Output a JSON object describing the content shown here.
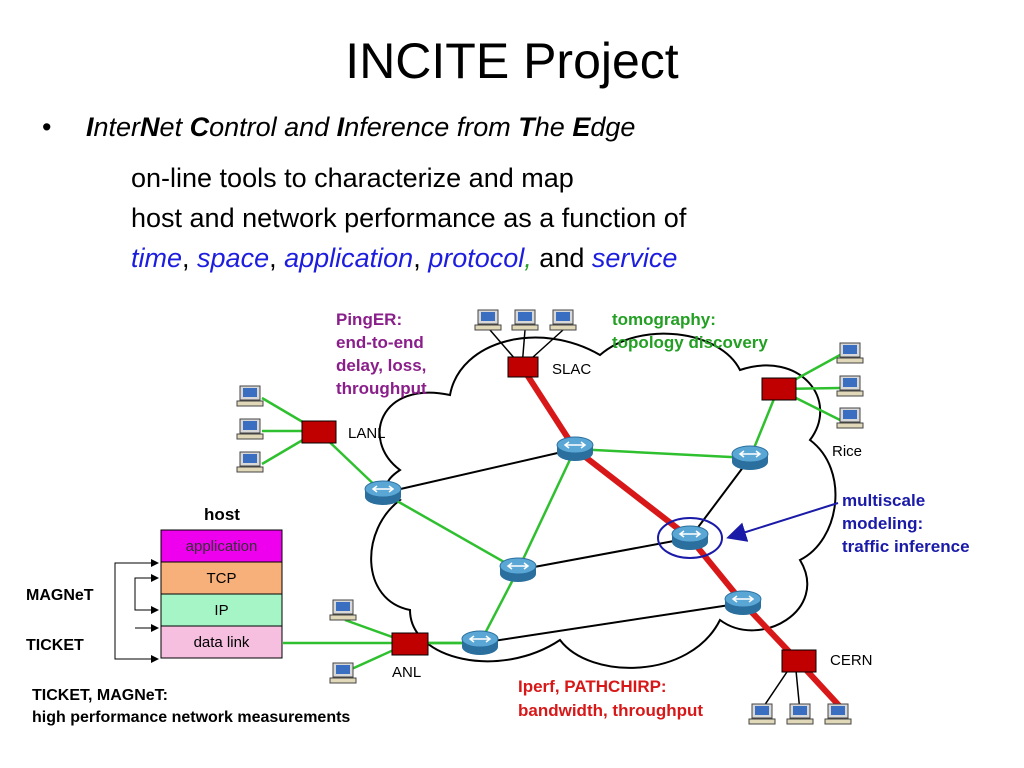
{
  "title": "INCITE Project",
  "bullet": {
    "dot": "•",
    "acronym_parts": [
      {
        "t": "I",
        "b": true
      },
      {
        "t": "nter",
        "b": false
      },
      {
        "t": "N",
        "b": true
      },
      {
        "t": "et ",
        "b": false
      },
      {
        "t": "C",
        "b": true
      },
      {
        "t": "ontrol and ",
        "b": false
      },
      {
        "t": "I",
        "b": true
      },
      {
        "t": "nference from ",
        "b": false
      },
      {
        "t": "T",
        "b": true
      },
      {
        "t": "he ",
        "b": false
      },
      {
        "t": "E",
        "b": true
      },
      {
        "t": "dge",
        "b": false
      }
    ],
    "line1": "on-line tools to characterize and map",
    "line2": "host and network performance as a function of",
    "line3": {
      "time": "time",
      "c1": ", ",
      "space": "space",
      "c2": ", ",
      "application": "application",
      "c3": ", ",
      "protocol": "protocol",
      "c4": ",",
      "and": " and ",
      "service": "service"
    }
  },
  "diagram": {
    "pinger": [
      "PingER:",
      "end-to-end",
      "delay, loss,",
      "throughput"
    ],
    "tomography": [
      "tomography:",
      "topology discovery"
    ],
    "multiscale": [
      "multiscale",
      "modeling:",
      "traffic inference"
    ],
    "iperf": [
      "Iperf, PATHCHIRP:",
      "bandwidth, throughput"
    ],
    "sites": {
      "slac": "SLAC",
      "lanl": "LANL",
      "rice": "Rice",
      "anl": "ANL",
      "cern": "CERN"
    },
    "stack": {
      "title": "host",
      "layers": [
        {
          "label": "application",
          "color": "#ee00ee"
        },
        {
          "label": "TCP",
          "color": "#f7b07a"
        },
        {
          "label": "IP",
          "color": "#a6f5c6"
        },
        {
          "label": "data link",
          "color": "#f6bfe0"
        }
      ]
    },
    "magnet": "MAGNeT",
    "ticket": "TICKET",
    "footer": [
      "TICKET, MAGNeT:",
      "high performance network measurements"
    ],
    "colors": {
      "purple": "#8a1e8a",
      "green": "#23a023",
      "blue": "#1a1aa8",
      "red": "#d81818",
      "link_green": "#2fc02f",
      "router": "#3d8fc0",
      "gateway": "#c00000"
    }
  }
}
